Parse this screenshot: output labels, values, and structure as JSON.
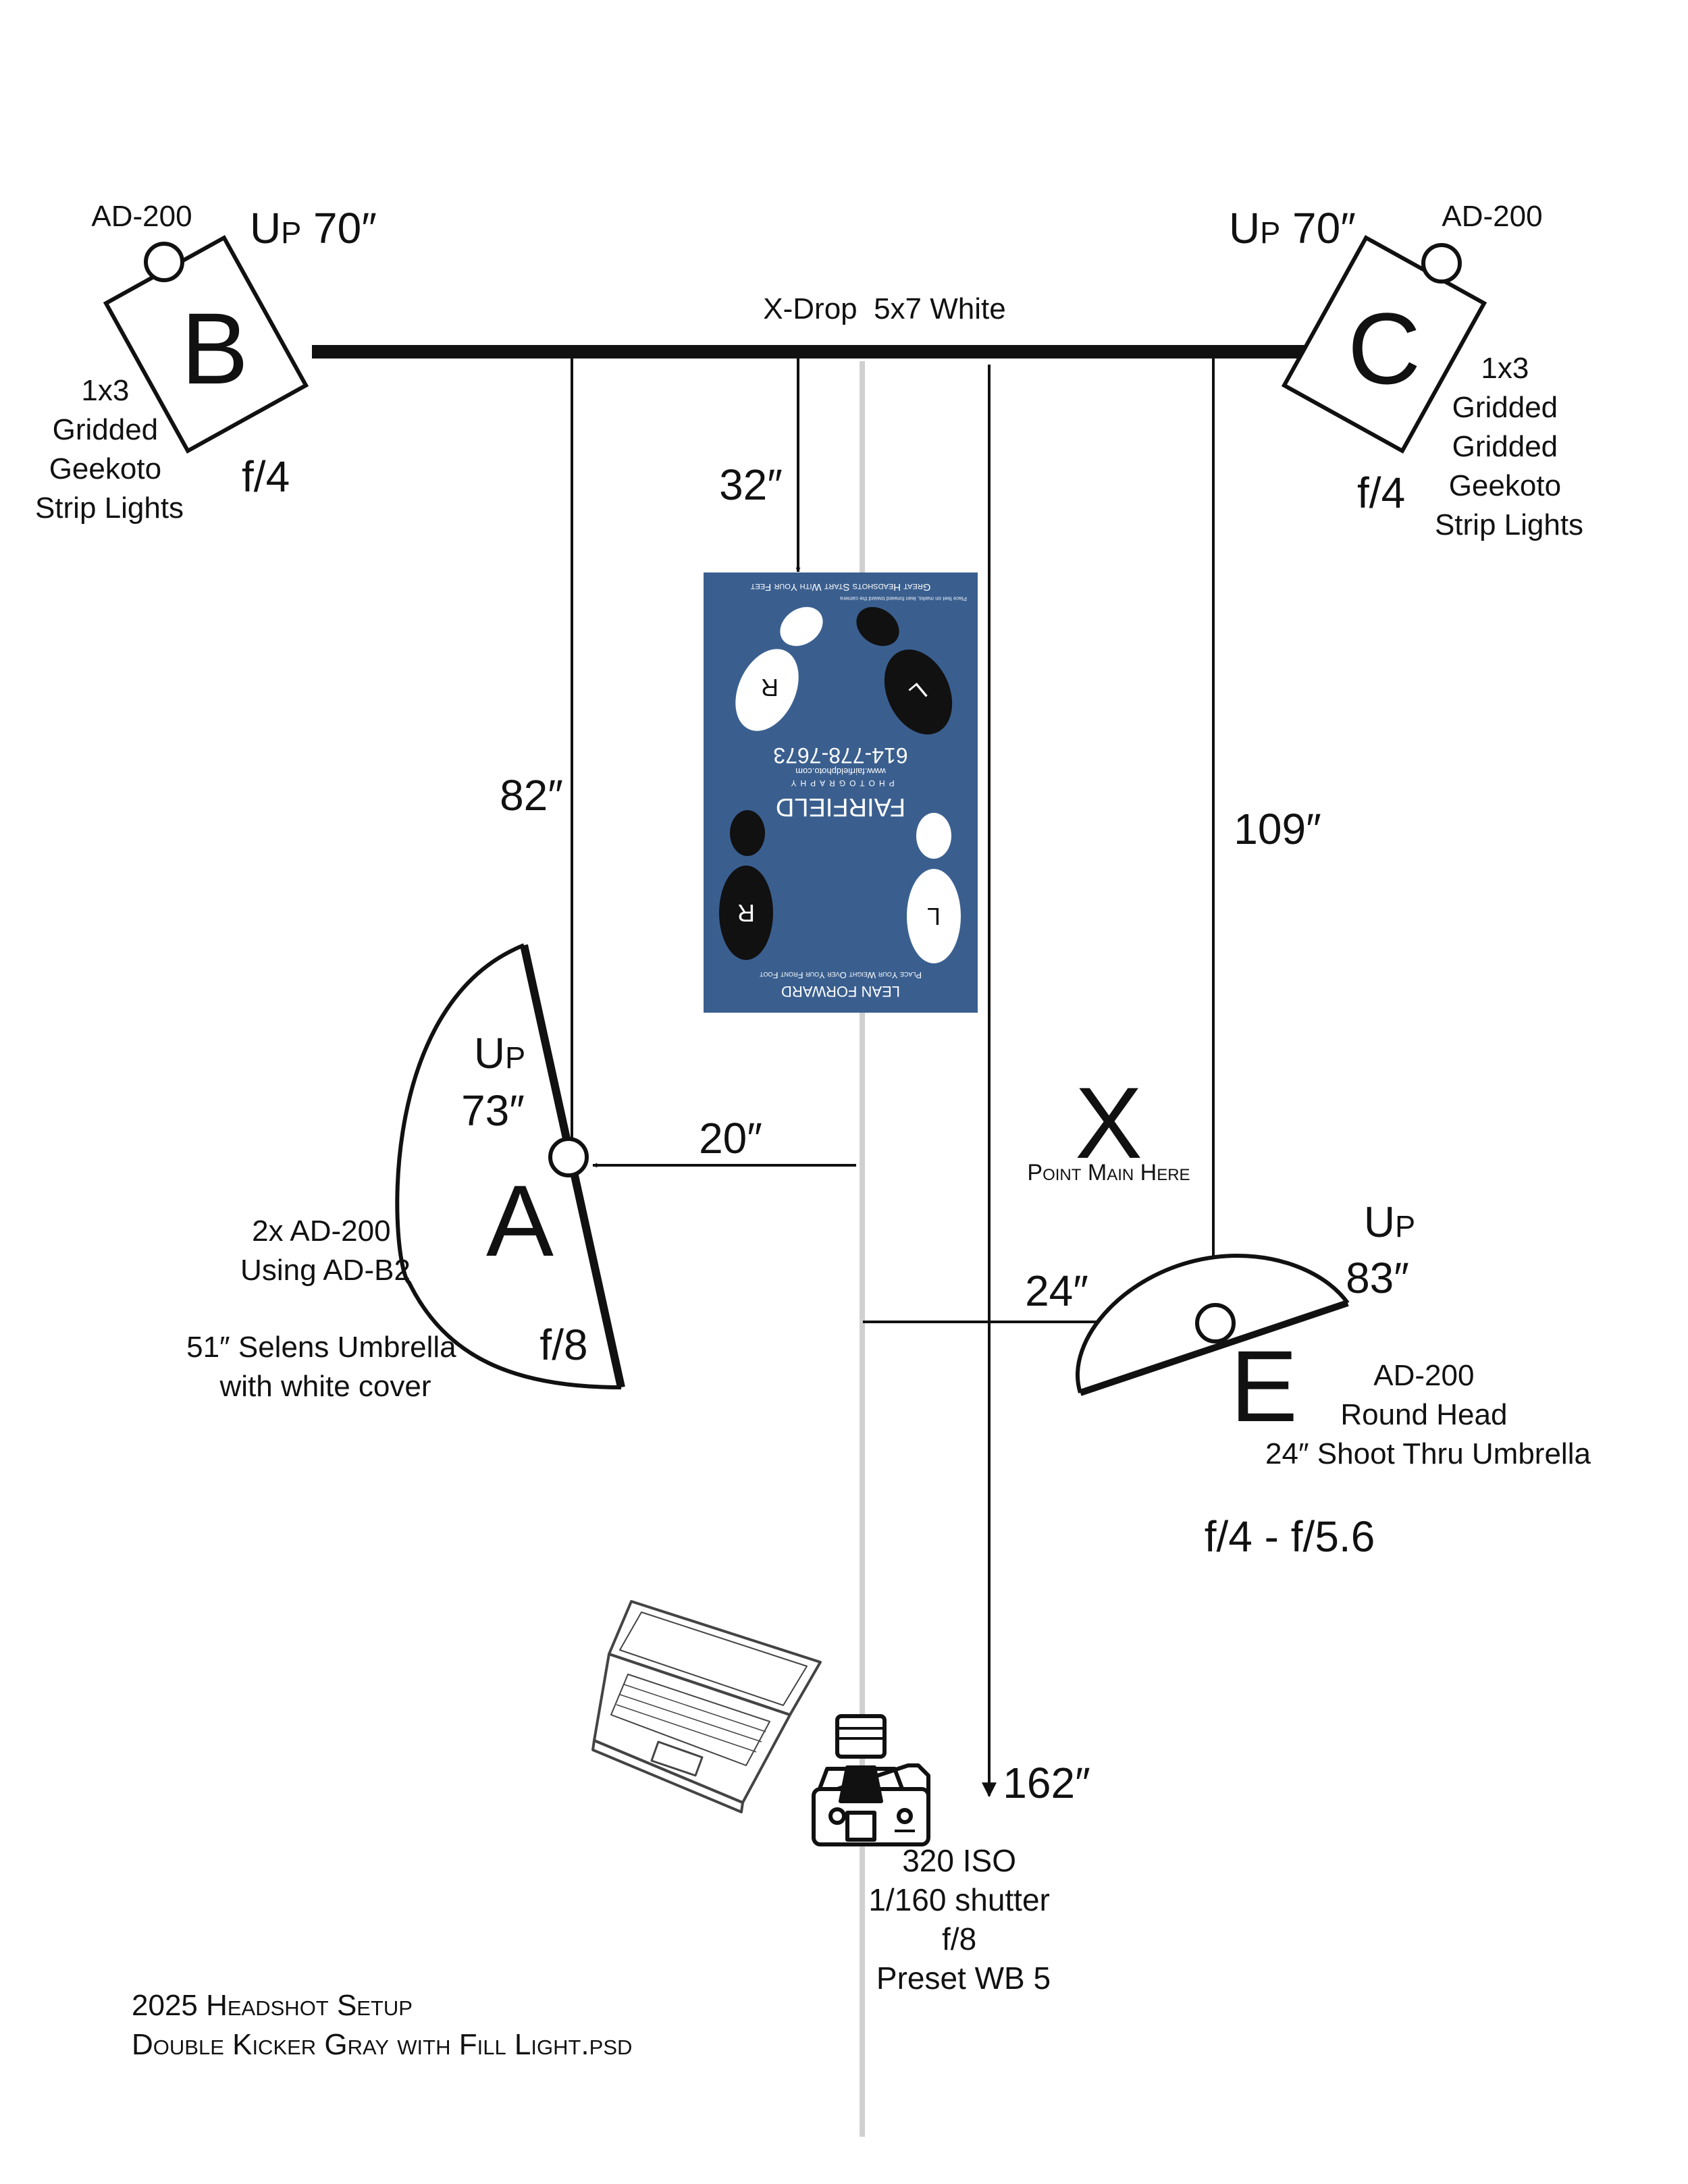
{
  "backdrop": {
    "label": "X-Drop  5x7 White"
  },
  "lights": {
    "B": {
      "letter": "B",
      "model": "AD-200",
      "height_label": "Up 70″",
      "modifier_lines": [
        "1x3",
        "Gridded",
        "Geekoto",
        "Strip Lights"
      ],
      "aperture": "f/4"
    },
    "C": {
      "letter": "C",
      "model": "AD-200",
      "height_label": "Up 70″",
      "modifier_lines": [
        "1x3",
        "Gridded",
        "Gridded",
        "Geekoto",
        "Strip Lights"
      ],
      "aperture": "f/4"
    },
    "A": {
      "letter": "A",
      "height_lines": [
        "Up",
        "73″"
      ],
      "model_lines": [
        "2x AD-200",
        "Using AD-B2"
      ],
      "modifier_lines": [
        "51″ Selens Umbrella",
        "with white cover"
      ],
      "aperture": "f/8"
    },
    "E": {
      "letter": "E",
      "height_lines": [
        "Up",
        "83″"
      ],
      "model_lines": [
        "AD-200",
        "Round Head",
        "24″ Shoot Thru Umbrella"
      ],
      "aperture": "f/4 - f/5.6"
    }
  },
  "distances": {
    "to_mat": "32″",
    "to_A": "82″",
    "to_E": "109″",
    "to_camera": "162″",
    "A_offset": "20″",
    "E_offset": "24″"
  },
  "target": {
    "mark": "X",
    "label": "Point Main Here"
  },
  "poster": {
    "top_text": "Great Headshots Start With Your Feet",
    "tiny_text": "Place feet on marks, lean forward toward the camera",
    "phone": "614-778-7673",
    "url": "www.fairfieldphoto.com",
    "tagline": "PHOTOGRAPHY",
    "brand": "FAIRFIELD",
    "lean_text": "LEAN FORWARD",
    "weight_text": "Place Your Weight Over Your Front Foot",
    "foot_letters": [
      "R",
      "L",
      "R",
      "L"
    ],
    "colors": {
      "background": "#3a5f8f",
      "light_foot": "#ffffff",
      "dark_foot": "#111111"
    }
  },
  "camera": {
    "settings_lines": [
      "320 ISO",
      "1/160 shutter",
      "f/8",
      "Preset WB 5"
    ]
  },
  "footer": {
    "title": "2025 Headshot Setup",
    "filename": "Double Kicker Gray with Fill Light.psd"
  },
  "icons": [
    "laptop-icon",
    "camera-icon"
  ]
}
